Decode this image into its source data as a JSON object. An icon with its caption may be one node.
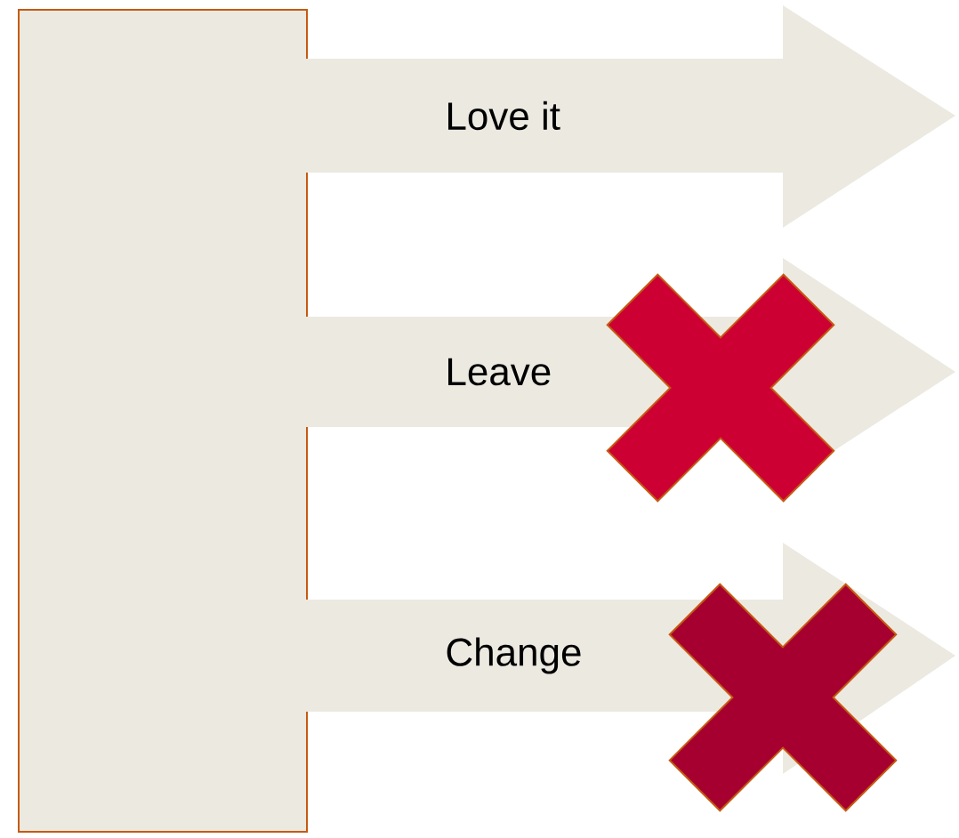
{
  "diagram": {
    "nodes": [
      {
        "text": [],
        "shape": "box"
      },
      {
        "text": [
          "Love it"
        ]
      },
      {
        "text": [
          "Leave"
        ]
      },
      {
        "text": [
          "Change"
        ]
      },
      {
        "text": [],
        "shape": "cross"
      },
      {
        "text": [],
        "shape": "cross"
      }
    ]
  }
}
